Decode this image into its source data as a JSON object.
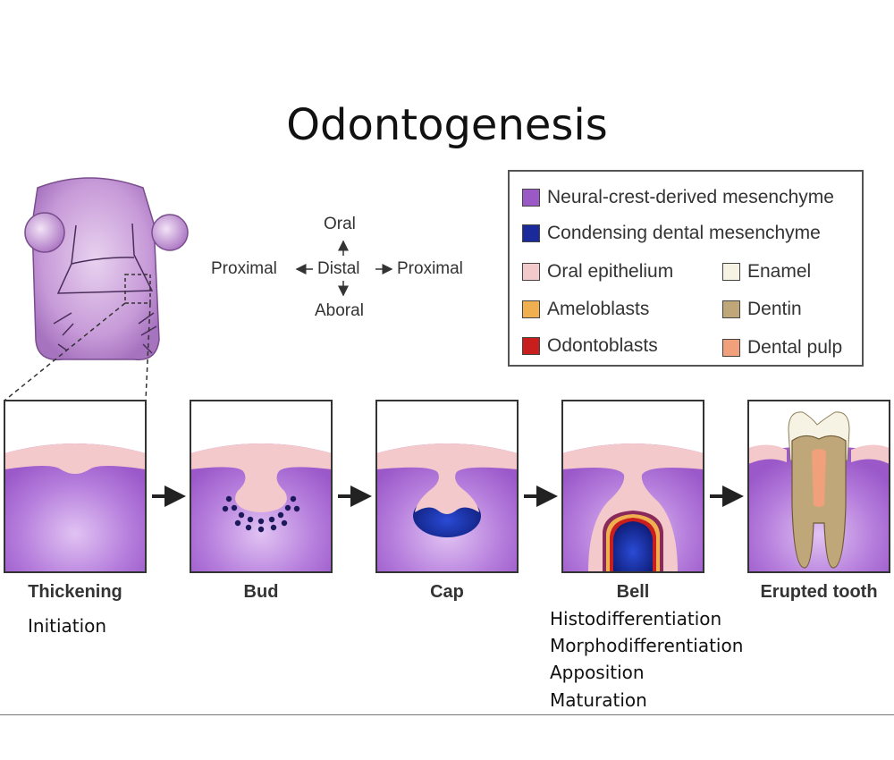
{
  "title": "Odontogenesis",
  "orientation": {
    "oral": "Oral",
    "aboral": "Aboral",
    "distal": "Distal",
    "proximal_left": "Proximal",
    "proximal_right": "Proximal"
  },
  "legend": {
    "items": [
      {
        "label": "Neural-crest-derived mesenchyme",
        "color": "#9b59c6"
      },
      {
        "label": "Condensing dental mesenchyme",
        "color": "#1a2a9a"
      },
      {
        "label": "Oral epithelium",
        "color": "#f4c9cc"
      },
      {
        "label": "Enamel",
        "color": "#f6f3e4"
      },
      {
        "label": "Ameloblasts",
        "color": "#f0b050"
      },
      {
        "label": "Dentin",
        "color": "#bfa77a"
      },
      {
        "label": "Odontoblasts",
        "color": "#c81e1e"
      },
      {
        "label": "Dental pulp",
        "color": "#f0a07a"
      }
    ]
  },
  "stages": [
    {
      "label": "Thickening",
      "sub": [
        "Initiation"
      ]
    },
    {
      "label": "Bud",
      "sub": []
    },
    {
      "label": "Cap",
      "sub": []
    },
    {
      "label": "Bell",
      "sub": [
        "Histodifferentiation",
        "Morphodifferentiation",
        "Apposition",
        "Maturation"
      ]
    },
    {
      "label": "Erupted tooth",
      "sub": []
    }
  ],
  "colors": {
    "mesenchyme": "#a064d2",
    "mesenchyme_light": "#d9b6ef",
    "epithelium": "#f4c9cc",
    "condensing": "#1a2a9a",
    "dentin": "#bfa77a",
    "enamel": "#f6f3e4",
    "pulp": "#f0a07a",
    "head": "#c79ad8"
  }
}
